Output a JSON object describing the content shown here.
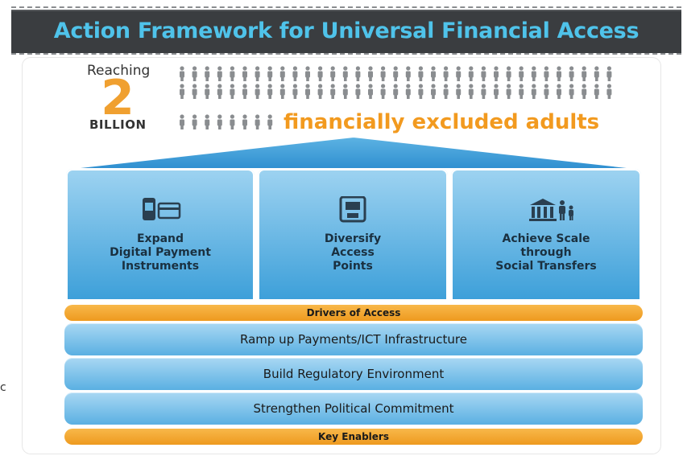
{
  "title": "Action Framework for Universal Financial Access",
  "headline": {
    "reaching": "Reaching",
    "number": "2",
    "unit": "BILLION",
    "tagline": "financially excluded adults"
  },
  "pillars": [
    {
      "label": "Expand\nDigital Payment\nInstruments",
      "icon": "phone-card-icon"
    },
    {
      "label": "Diversify\nAccess\nPoints",
      "icon": "atm-icon"
    },
    {
      "label": "Achieve Scale\nthrough\nSocial Transfers",
      "icon": "bank-family-icon"
    }
  ],
  "drivers_label": "Drivers of Access",
  "foundations": [
    "Ramp up Payments/ICT Infrastructure",
    "Build Regulatory Environment",
    "Strengthen Political Commitment"
  ],
  "enablers_label": "Key Enablers",
  "edge_text": "c",
  "colors": {
    "title_bg": "#3a3d40",
    "title_text": "#4fc3ea",
    "accent_orange": "#f29a1f",
    "pillar_blue": "#3c9fd9",
    "people_gray": "#8a8d90"
  }
}
